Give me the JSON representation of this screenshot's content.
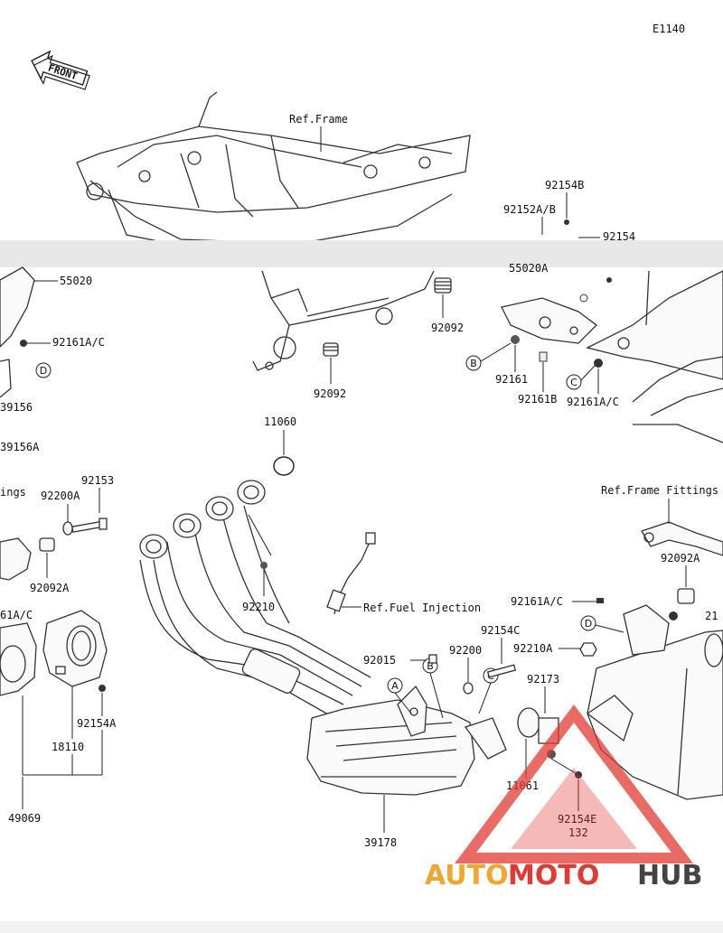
{
  "diagram_code": "E1140",
  "front_arrow_label": "FRONT",
  "ref_labels": {
    "frame": "Ref.Frame",
    "frame_fittings": "Ref.Frame Fittings",
    "fuel_injection": "Ref.Fuel Injection"
  },
  "callouts": [
    "A",
    "B",
    "C",
    "D"
  ],
  "parts": {
    "p55020": "55020",
    "p92161ac_left": "92161A/C",
    "p39156": "39156",
    "p39156a": "39156A",
    "p92154b": "92154B",
    "p92152ab": "92152A/B",
    "p92154": "92154",
    "p55020a": "55020A",
    "p92092_upper": "92092",
    "p92092_lower": "92092",
    "p92161": "92161",
    "p92161b": "92161B",
    "p92161ac_mid": "92161A/C",
    "p11060": "11060",
    "p92153": "92153",
    "p92200a": "92200A",
    "p92092a_left": "92092A",
    "p92210": "92210",
    "p61ac": "61A/C",
    "p92154a": "92154A",
    "p18110": "18110",
    "p49069": "49069",
    "p92092a_right": "92092A",
    "p92161ac_right": "92161A/C",
    "p92154c": "92154C",
    "p92015": "92015",
    "p92200": "92200",
    "p92210a": "92210A",
    "p92173": "92173",
    "p11061": "11061",
    "p92154e": "92154E",
    "p132": "132",
    "p39178": "39178",
    "p_ings": "ings",
    "p_21": "21"
  },
  "watermark": {
    "auto": "AUTO",
    "moto": "MOTO",
    "hub": "HUB",
    "color_orange": "#f2a531",
    "color_red": "#e23a32",
    "color_dark": "#444444"
  }
}
